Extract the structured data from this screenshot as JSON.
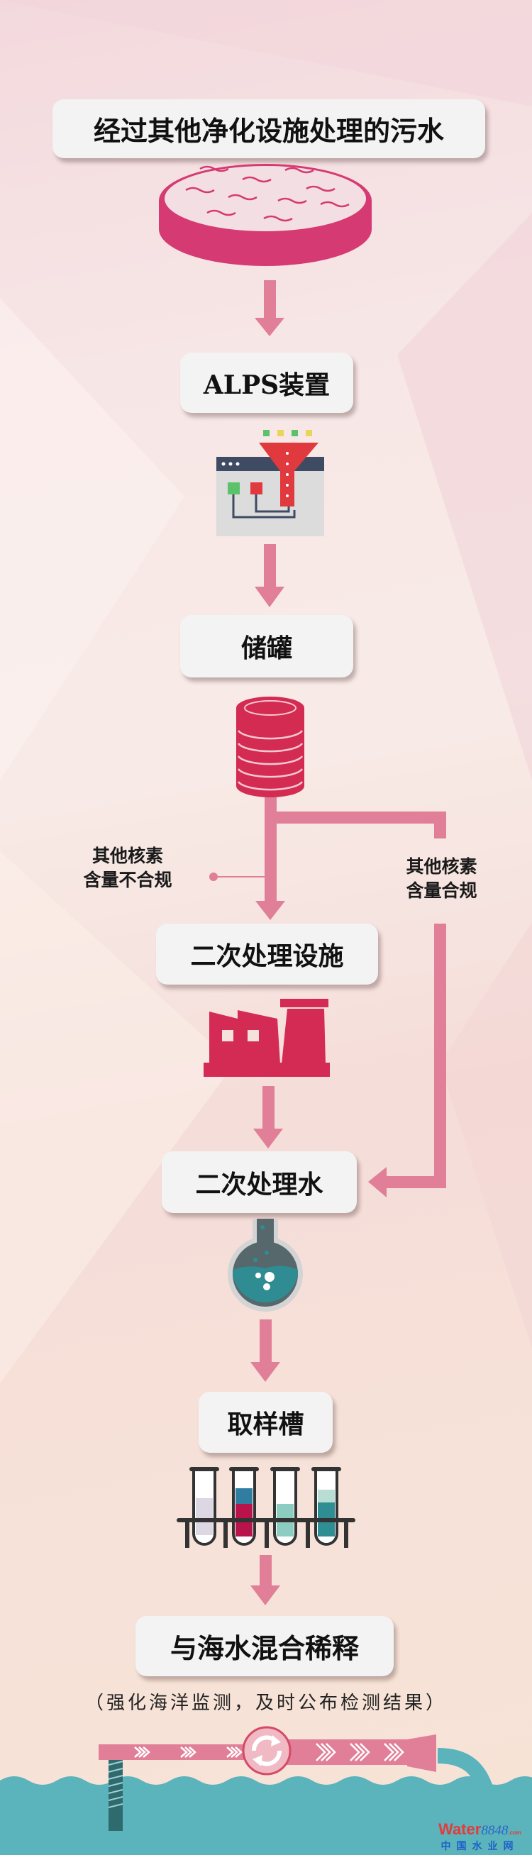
{
  "steps": {
    "source": "经过其他净化设施处理的污水",
    "alps": "ALPS装置",
    "tank": "储罐",
    "secondary_facility": "二次处理设施",
    "secondary_water": "二次处理水",
    "sampling": "取样槽",
    "dilution": "与海水混合稀释"
  },
  "branches": {
    "non_compliant": [
      "其他核素",
      "含量不合规"
    ],
    "compliant": [
      "其他核素",
      "含量合规"
    ]
  },
  "caption": "（强化海洋监测，及时公布检测结果）",
  "watermark": {
    "brand": "Water",
    "number": "8848",
    "suffix": ".com",
    "cn": "中国水业网"
  },
  "colors": {
    "arrow": "#e07f97",
    "dish": "#d63a72",
    "tank": "#d42b52",
    "factory": "#d42b55",
    "sea": "#5bb3bb",
    "box": "#f3f3f3"
  }
}
